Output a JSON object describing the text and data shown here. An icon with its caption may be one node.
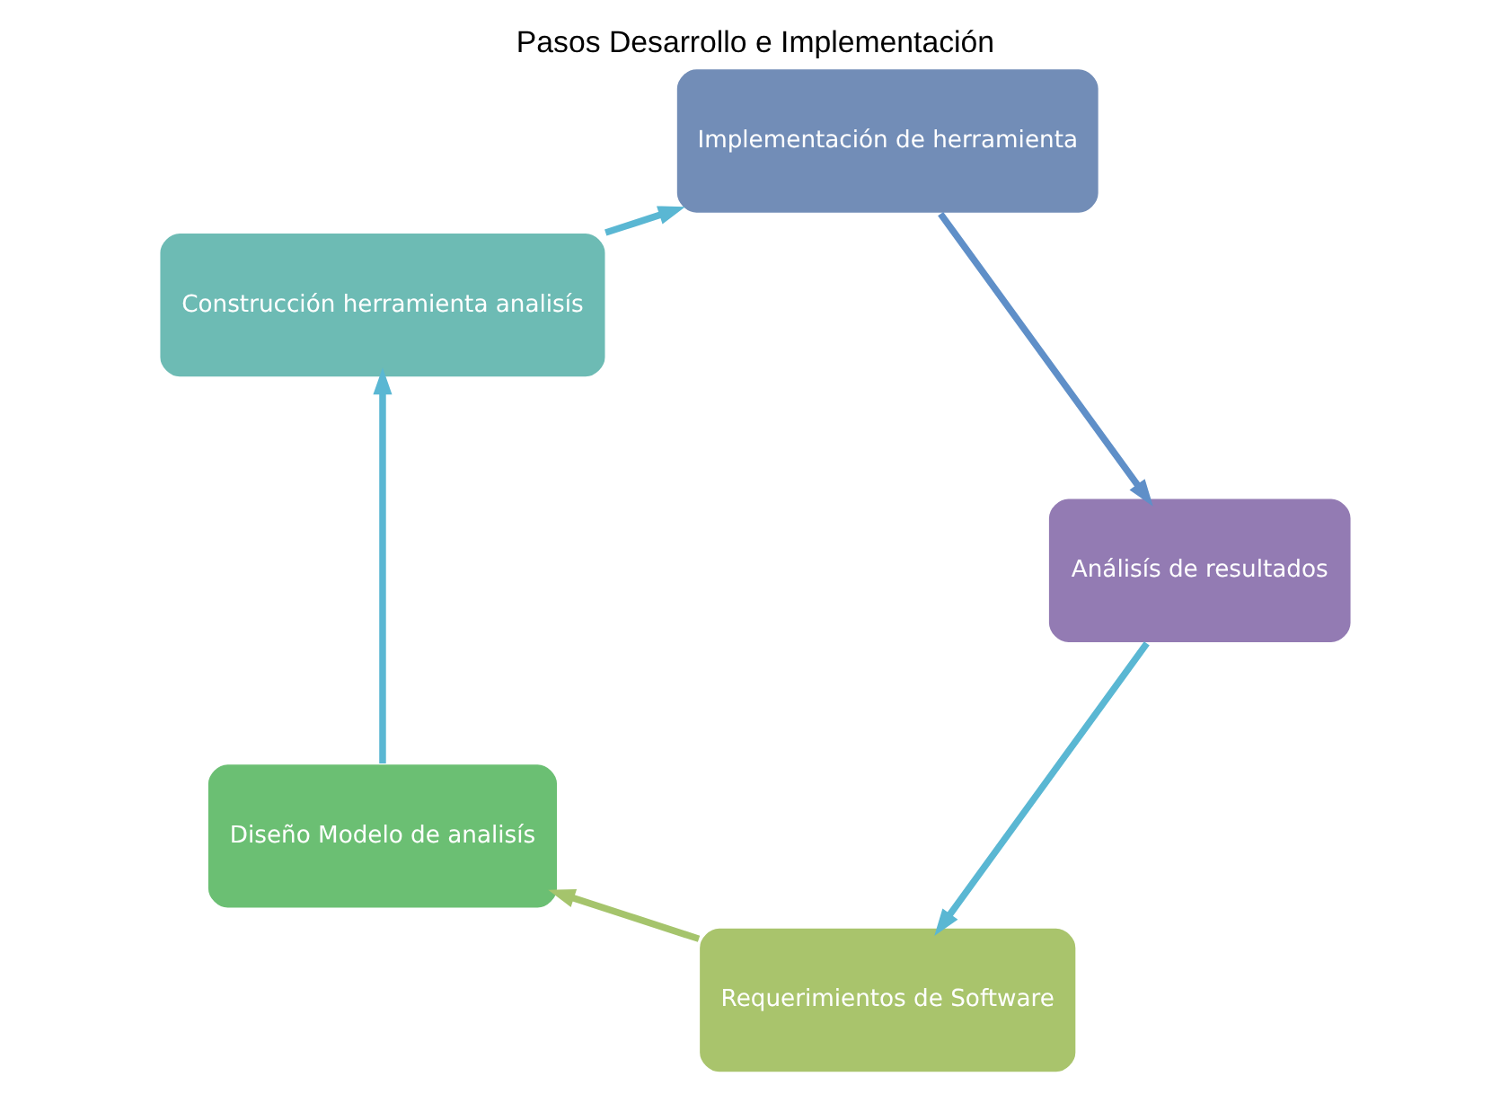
{
  "diagram": {
    "title": "Pasos Desarrollo e Implementación",
    "nodes": [
      {
        "text": [
          "Requerimientos de Software"
        ]
      },
      {
        "text": [
          "Diseño Modelo de analisís"
        ]
      },
      {
        "text": [
          "Construcción herramienta analisís"
        ]
      },
      {
        "text": [
          "Implementación de herramienta"
        ]
      },
      {
        "text": [
          "Análisís de resultados"
        ]
      }
    ],
    "edges": [
      {
        "from": 0,
        "to": 1,
        "arrow": "to",
        "color": "#a5c46c"
      },
      {
        "from": 1,
        "to": 2,
        "arrow": "to"
      },
      {
        "from": 2,
        "to": 3,
        "arrow": "to"
      },
      {
        "from": 3,
        "to": 4,
        "arrow": "to",
        "color": "#5f8fc8"
      },
      {
        "from": 4,
        "to": 0,
        "arrow": "to"
      }
    ]
  }
}
